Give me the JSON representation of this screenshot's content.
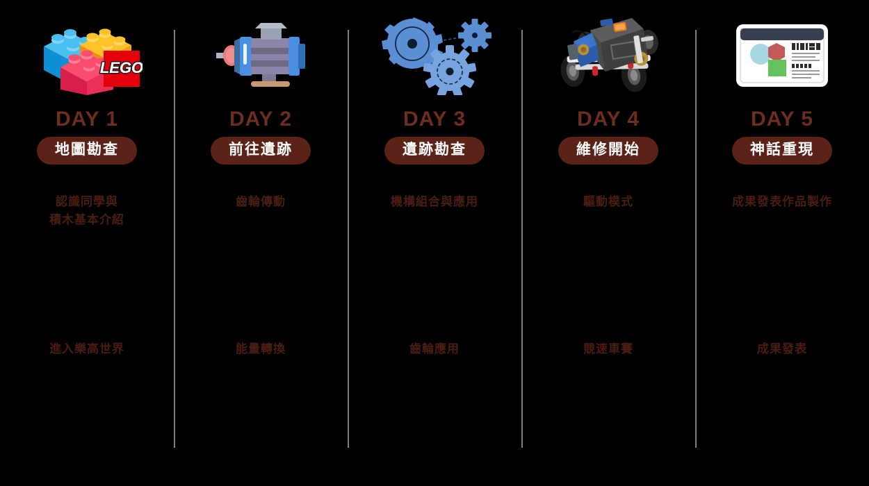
{
  "theme": {
    "background": "#000000",
    "day_label_color": "#6B2E20",
    "pill_background": "#5B2318",
    "pill_text_color": "#FFFFFF",
    "topic_text_color": "#4A1D12",
    "divider_color": "#808080"
  },
  "columns": [
    {
      "icon": "lego-bricks-icon",
      "day_label": "DAY 1",
      "pill_label": "地圖勘查",
      "topic_1": "認識同學與\n積木基本介紹",
      "topic_2": "進入樂高世界"
    },
    {
      "icon": "electric-motor-icon",
      "day_label": "DAY 2",
      "pill_label": "前往遺跡",
      "topic_1": "齒輪傳動",
      "topic_2": "能量轉換"
    },
    {
      "icon": "gears-icon",
      "day_label": "DAY 3",
      "pill_label": "遺跡勘查",
      "topic_1": "機構組合與應用",
      "topic_2": "齒輪應用"
    },
    {
      "icon": "lego-buggy-car-icon",
      "day_label": "DAY 4",
      "pill_label": "維修開始",
      "topic_1": "驅動模式",
      "topic_2": "競速車賽"
    },
    {
      "icon": "presentation-board-icon",
      "day_label": "DAY 5",
      "pill_label": "神話重現",
      "topic_1": "成果發表作品製作",
      "topic_2": "成果發表"
    }
  ]
}
